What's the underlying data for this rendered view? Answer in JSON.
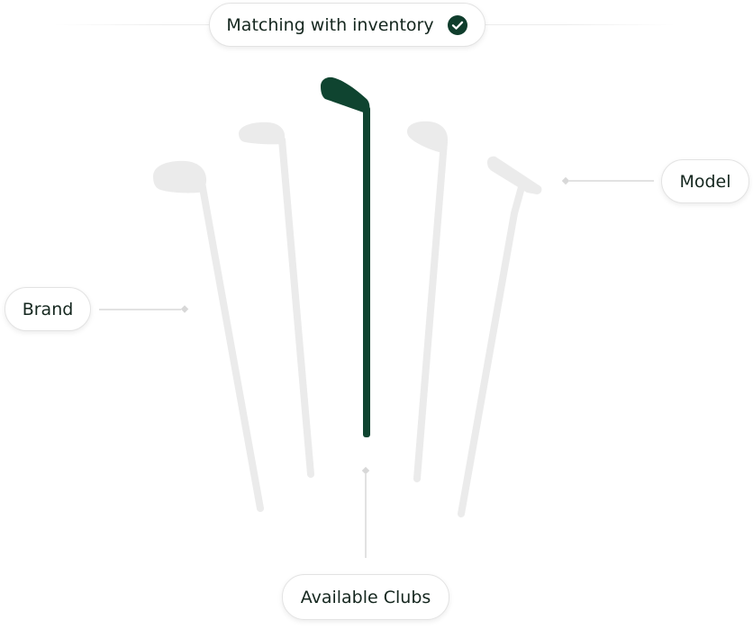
{
  "status": {
    "label": "Matching with inventory",
    "icon": "check-circle-icon",
    "icon_color": "#0f3d2c"
  },
  "labels": {
    "brand": "Brand",
    "model": "Model",
    "available_clubs": "Available Clubs"
  },
  "colors": {
    "highlight_club": "#0f4430",
    "inactive_club": "#ebebeb",
    "connector": "#d8d8d8"
  }
}
